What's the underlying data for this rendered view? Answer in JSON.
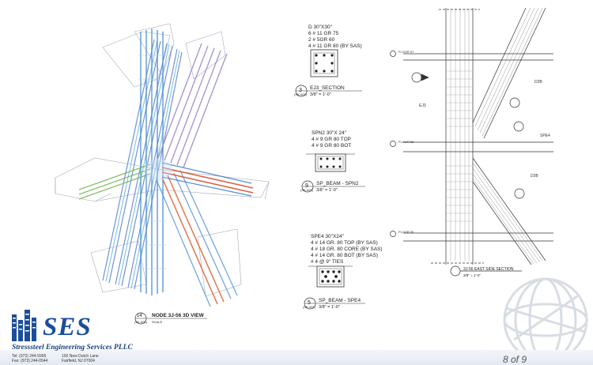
{
  "sections": {
    "ej3": {
      "spec_lines": [
        "D 30\"X30\"",
        "6 # 11 GR 75",
        "2 # 5GR 60",
        "4 # 11 GR 80 (BY SAS)"
      ],
      "number": "3",
      "sheet_ref": "(SK-001)",
      "title": "EJ3_SECTION",
      "scale": "3/8\" = 1'-0\""
    },
    "spn2": {
      "spec_lines": [
        "SPN2 30\"X 24\"",
        "4 # 9 GR 80 TOP",
        "4 # 9 GR 80 BOT"
      ],
      "number": "9",
      "sheet_ref": "(SK-001)",
      "title": "SP_BEAM - SPN2",
      "scale": "3/8\" = 1'-0\""
    },
    "spe4": {
      "spec_lines": [
        "SPE4 30\"X24\"",
        "4 # 14  GR. 80 TOP (BY SAS)",
        "4 # 18 GR. 80 CORE (BY SAS)",
        "4 # 14 GR. 80 BOT (BY SAS)",
        "# 4 @ 9\" TIES"
      ],
      "number": "5",
      "sheet_ref": "(SK-001)",
      "title": "SP_BEAM - SPE4",
      "scale": "3/8\" = 1'-0\""
    }
  },
  "view_3d": {
    "number": "14",
    "sheet_ref": "(SK-001)",
    "title": "NODE 3J-56 3D VIEW",
    "scale": "SCALE"
  },
  "elevation": {
    "title": "3J-56 EAST SIDE SECTION",
    "scale": "3/8\" = 1'-0\"",
    "labels": [
      "D2B",
      "EJ3",
      "SPE4",
      "D2B",
      "FLOOR 57",
      "FLOOR 56",
      "FLOOR 55"
    ]
  },
  "company": {
    "logo": "SES",
    "name": "Stresssteel Engineering Services PLLC",
    "tel": "Tel: (973) 244-5995",
    "fax": "Fax: (973) 244-0544",
    "address_1": "100 New Dutch Lane",
    "address_2": "Fairfield, NJ 07004"
  },
  "page": "8 of 9"
}
